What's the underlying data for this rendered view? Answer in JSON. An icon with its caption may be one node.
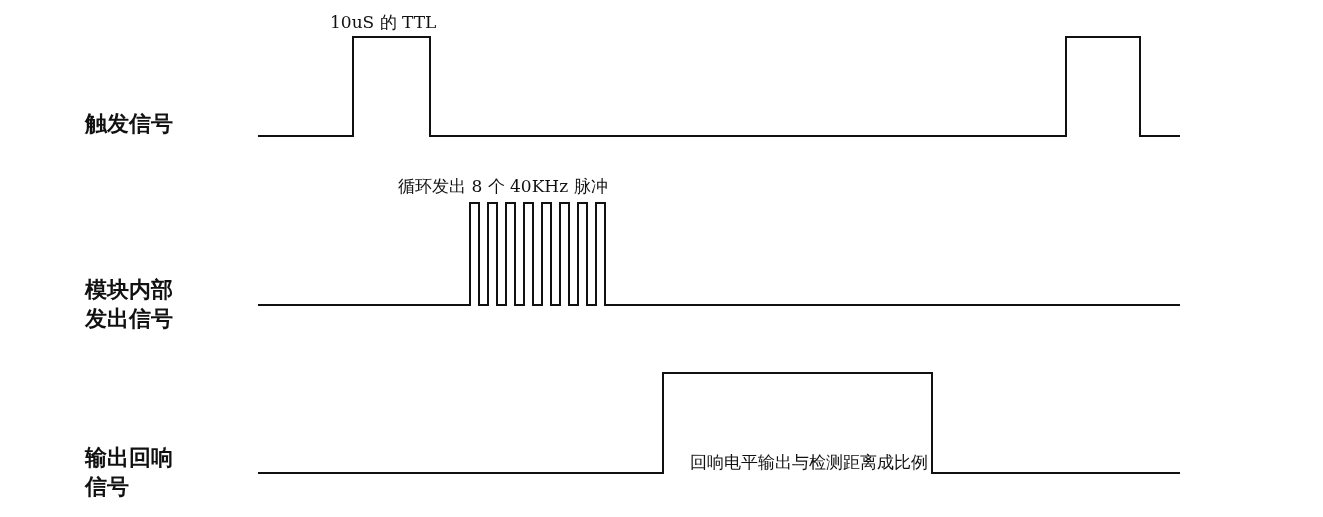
{
  "diagram": {
    "labels": [
      "10uS 的 TTL",
      "触发信号",
      "循环发出 8 个 40KHz 脉冲",
      "模块内部发出信号",
      "回响电平输出与检测距离成比例",
      "输出回响信号"
    ]
  }
}
